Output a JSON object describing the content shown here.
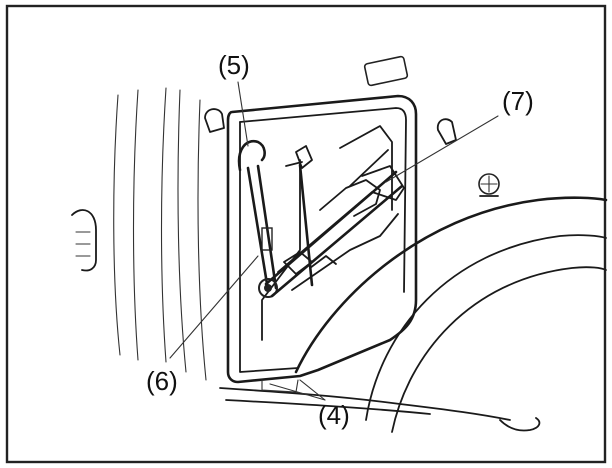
{
  "callouts": {
    "jack_handle": "(5)",
    "wrench": "(6)",
    "jack": "(7)",
    "bracket": "(4)"
  }
}
